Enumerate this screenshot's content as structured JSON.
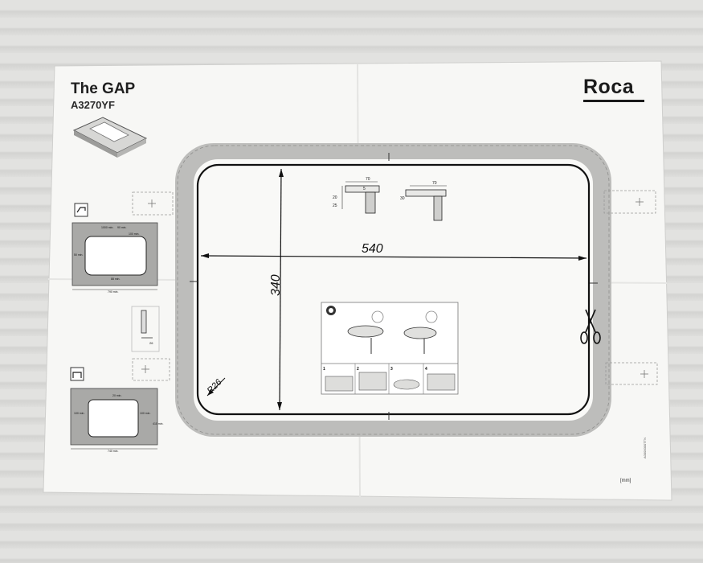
{
  "document": {
    "title": "The GAP",
    "model": "A3270YF",
    "brand": "Roca",
    "units": "[mm]",
    "doc_code": "A0000000TTN"
  },
  "template": {
    "width_dim": "540",
    "height_dim": "340",
    "radius_dim": "R26"
  },
  "detail": {
    "dim_a": "70",
    "dim_b": "20",
    "dim_c": "25",
    "dim_d": "5",
    "dim_e": "70",
    "dim_f": "30"
  },
  "countertop_top": {
    "dims": [
      "1000 min.",
      "90 min.",
      "100 min.",
      "50 min.",
      "88 min.",
      "790 min."
    ]
  },
  "countertop_bottom": {
    "dims": [
      "20 min.",
      "100 min.",
      "100 min.",
      "740 min.",
      "410 min."
    ]
  },
  "side_detail": {
    "dim": "26"
  },
  "instructions": {
    "steps": [
      "1",
      "2",
      "3",
      "4"
    ]
  },
  "colors": {
    "paper": "#f7f7f5",
    "band": "#bcbcba",
    "line": "#1a1a1a"
  }
}
